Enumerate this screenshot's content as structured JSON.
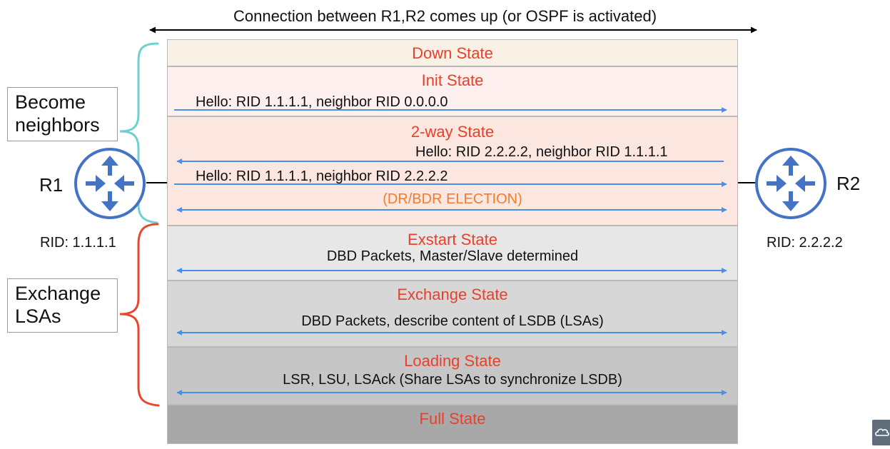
{
  "title": "Connection between R1,R2 comes up (or OSPF is activated)",
  "colors": {
    "state_label": "#e8402a",
    "arrow": "#4a8fe7",
    "neighbor_brace": "#6fd0cf",
    "lsa_brace": "#e8472d",
    "router": "#4472c4",
    "election": "#f07c2e"
  },
  "groups": {
    "neighbors": "Become\nneighbors",
    "lsas": "Exchange\nLSAs"
  },
  "routers": {
    "r1": {
      "name": "R1",
      "rid": "RID: 1.1.1.1",
      "icon": "router-icon"
    },
    "r2": {
      "name": "R2",
      "rid": "RID: 2.2.2.2",
      "icon": "router-icon"
    }
  },
  "states": [
    {
      "name": "Down State"
    },
    {
      "name": "Init State"
    },
    {
      "name": "2-way State"
    },
    {
      "name": "Exstart State"
    },
    {
      "name": "Exchange State"
    },
    {
      "name": "Loading State"
    },
    {
      "name": "Full State"
    }
  ],
  "messages": {
    "init_hello": "Hello: RID 1.1.1.1, neighbor RID 0.0.0.0",
    "twoway_hello_r2": "Hello: RID 2.2.2.2, neighbor RID 1.1.1.1",
    "twoway_hello_r1": "Hello: RID 1.1.1.1, neighbor RID 2.2.2.2",
    "election": "(DR/BDR ELECTION)",
    "exstart": "DBD Packets, Master/Slave determined",
    "exchange": "DBD Packets, describe content of LSDB (LSAs)",
    "loading": "LSR, LSU, LSAck (Share LSAs to synchronize LSDB)"
  },
  "corner_icon": "cloud-icon"
}
